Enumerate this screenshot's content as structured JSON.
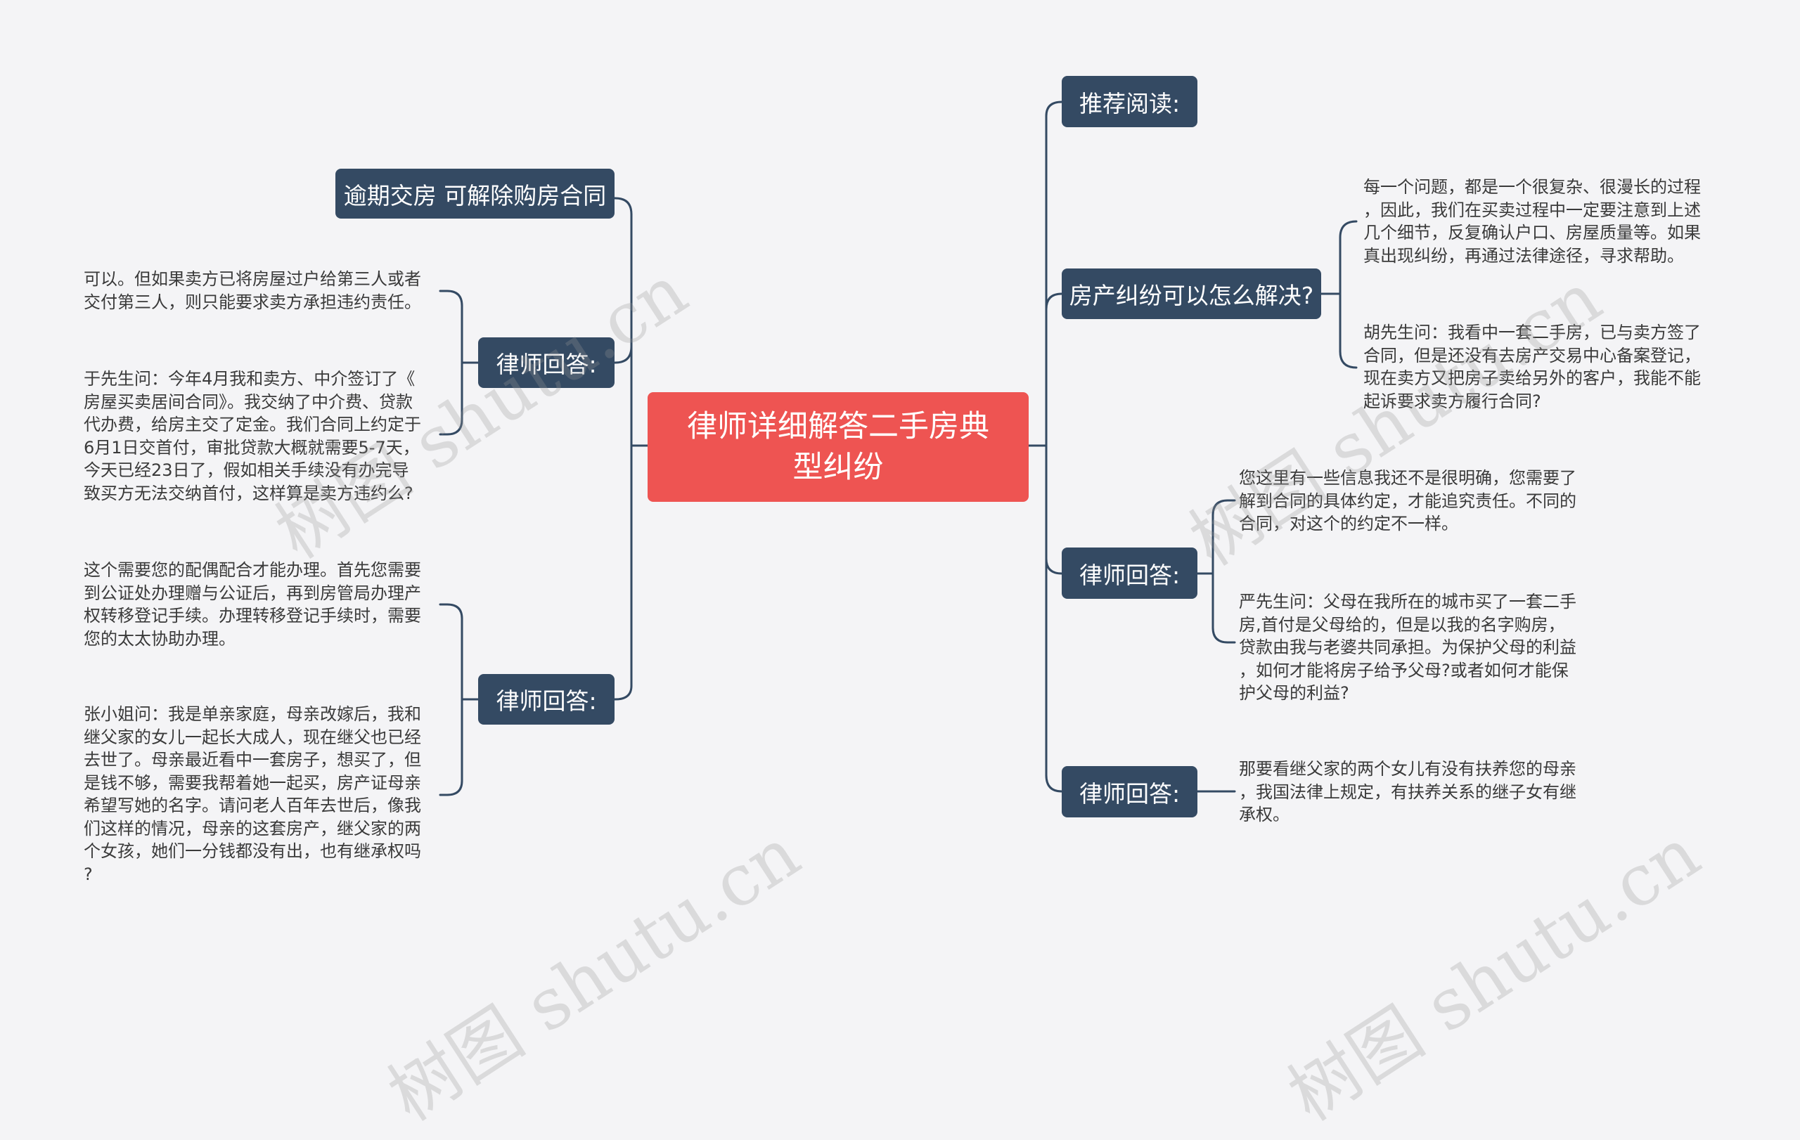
{
  "root": {
    "title": "律师详细解答二手房典型纠纷"
  },
  "left": {
    "topic": "逾期交房 可解除购房合同",
    "answer1": {
      "label": "律师回答:",
      "text1": "可以。但如果卖方已将房屋过户给第三人或者\n交付第三人，则只能要求卖方承担违约责任。",
      "text2": "于先生问：今年4月我和卖方、中介签订了《\n房屋买卖居间合同》。我交纳了中介费、贷款\n代办费，给房主交了定金。我们合同上约定于\n6月1日交首付，审批贷款大概就需要5-7天，\n今天已经23日了，假如相关手续没有办完导\n致买方无法交纳首付，这样算是卖方违约么?"
    },
    "answer2": {
      "label": "律师回答:",
      "text1": "这个需要您的配偶配合才能办理。首先您需要\n到公证处办理赠与公证后，再到房管局办理产\n权转移登记手续。办理转移登记手续时，需要\n您的太太协助办理。",
      "text2": "张小姐问：我是单亲家庭，母亲改嫁后，我和\n继父家的女儿一起长大成人，现在继父也已经\n去世了。母亲最近看中一套房子，想买了，但\n是钱不够，需要我帮着她一起买，房产证母亲\n希望写她的名字。请问老人百年去世后，像我\n们这样的情况，母亲的这套房产，继父家的两\n个女孩，她们一分钱都没有出，也有继承权吗\n?"
    }
  },
  "right": {
    "recommend": "推荐阅读:",
    "dispute": {
      "label": "房产纠纷可以怎么解决?",
      "text1": "每一个问题，都是一个很复杂、很漫长的过程\n，因此，我们在买卖过程中一定要注意到上述\n几个细节，反复确认户口、房屋质量等。如果\n真出现纠纷，再通过法律途径，寻求帮助。",
      "text2": "胡先生问：我看中一套二手房，已与卖方签了\n合同，但是还没有去房产交易中心备案登记，\n现在卖方又把房子卖给另外的客户，我能不能\n起诉要求卖方履行合同?"
    },
    "answer3": {
      "label": "律师回答:",
      "text1": "您这里有一些信息我还不是很明确，您需要了\n解到合同的具体约定，才能追究责任。不同的\n合同，对这个的约定不一样。",
      "text2": "严先生问：父母在我所在的城市买了一套二手\n房,首付是父母给的，但是以我的名字购房，\n贷款由我与老婆共同承担。为保护父母的利益\n，如何才能将房子给予父母?或者如何才能保\n护父母的利益?"
    },
    "answer4": {
      "label": "律师回答:",
      "text1": "那要看继父家的两个女儿有没有扶养您的母亲\n，我国法律上规定，有扶养关系的继子女有继\n承权。"
    }
  },
  "watermark": {
    "text": "树图 shutu.cn"
  },
  "colors": {
    "root": "#ee5452",
    "node": "#344a63",
    "line": "#344a63",
    "background": "#f4f4f6"
  }
}
